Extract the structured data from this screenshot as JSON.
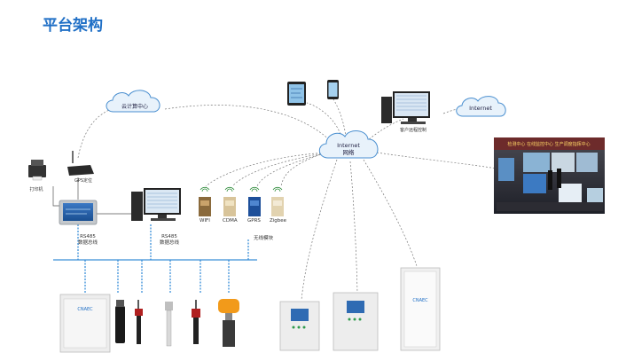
{
  "page": {
    "title": "平台架构"
  },
  "clouds": {
    "cloud_center": "云计算中心",
    "internet_hub_line1": "Internet",
    "internet_hub_line2": "网络",
    "internet_right": "Internet"
  },
  "devices": {
    "printer": "打印机",
    "gps": "GPS定位",
    "client": "客户远程控制",
    "wifi": "WIFI",
    "cdma": "CDMA",
    "gprs": "GPRS",
    "zigbee": "Zigbee",
    "wireless": "无线模块"
  },
  "buses": {
    "rs485_left_line1": "RS485",
    "rs485_left_line2": "数据总线",
    "rs485_mid_line1": "RS485",
    "rs485_mid_line2": "数据总线"
  },
  "control_room": {
    "banner": "检测中心 在线监控中心 生产调度指挥中心"
  },
  "cabinet_brand": "CNAEC",
  "colors": {
    "title": "#1f6fc6",
    "bus": "#3a8fd8",
    "dashed": "#777777",
    "cloud_fill": "#e8f2fb",
    "cloud_stroke": "#4a8fd0",
    "cabinet": "#f2f2f2"
  }
}
